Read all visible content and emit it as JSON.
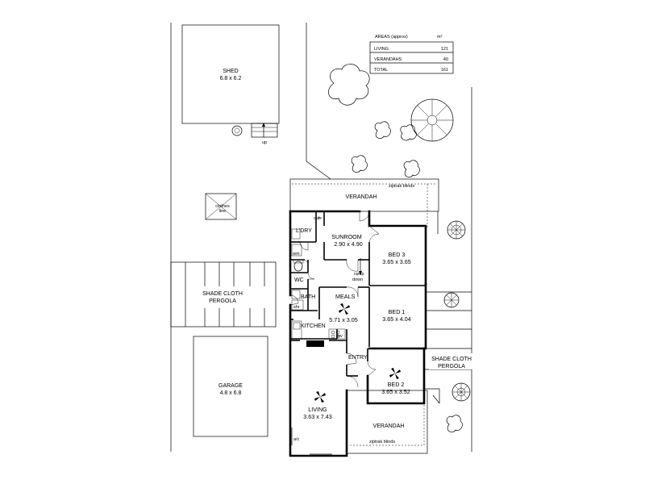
{
  "areas_table": {
    "header": "AREAS (approx)",
    "unit": "m²",
    "rows": [
      {
        "label": "LIVING",
        "value": "121"
      },
      {
        "label": "VERANDAHS",
        "value": "40"
      },
      {
        "label": "TOTAL",
        "value": "161"
      }
    ]
  },
  "outbuildings": {
    "shed": {
      "name": "SHED",
      "dims": "6.8 x 6.2"
    },
    "garage": {
      "name": "GARAGE",
      "dims": "4.8 x 6.8"
    },
    "pergola_left": {
      "line1": "SHADE CLOTH",
      "line2": "PERGOLA"
    },
    "pergola_right": {
      "line1": "SHADE CLOTH",
      "line2": "PERGOLA"
    },
    "clothes_line": {
      "line1": "clothes",
      "line2": "line"
    },
    "up_label": "up"
  },
  "rooms": {
    "verandah_top": "VERANDAH",
    "ziptrak_top": "ziptrak blinds",
    "ldry": "L'DRY",
    "cub": "cub",
    "wm": "wm",
    "sunroom": {
      "name": "SUNROOM",
      "dims": "2.90 x 4.90"
    },
    "bed3": {
      "name": "BED 3",
      "dims": "3.65 x 3.65"
    },
    "ramp": {
      "line1": "ramp",
      "line2": "down"
    },
    "wc": "WC",
    "bath": "BATH",
    "shr": "shr",
    "meals": {
      "name": "MEALS",
      "dims": "5.71 x 3.05"
    },
    "bed1": {
      "name": "BED 1",
      "dims": "3.65 x 4.04"
    },
    "kitchen": "KITCHEN",
    "ov": "ov",
    "entry": "ENTRY",
    "bed2": {
      "name": "BED 2",
      "dims": "3.65 x 3.52"
    },
    "living": {
      "name": "LIVING",
      "dims": "3.63 x 7.43"
    },
    "ac": "a/c",
    "verandah_bottom": "VERANDAH",
    "ziptrak_bottom": "ziptrak blinds"
  }
}
